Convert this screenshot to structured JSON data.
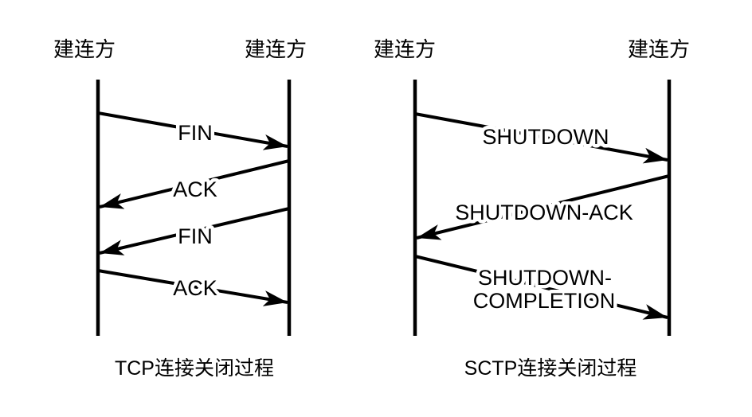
{
  "canvas": {
    "background": "#ffffff",
    "stroke_color": "#000000",
    "text_color": "#000000"
  },
  "diagrams": {
    "tcp": {
      "actors": {
        "left": "建连方",
        "right": "建连方"
      },
      "messages": [
        {
          "label": "FIN",
          "direction": "left-to-right"
        },
        {
          "label": "ACK",
          "direction": "right-to-left"
        },
        {
          "label": "FIN",
          "direction": "right-to-left"
        },
        {
          "label": "ACK",
          "direction": "left-to-right"
        }
      ],
      "caption": "TCP连接关闭过程"
    },
    "sctp": {
      "actors": {
        "left": "建连方",
        "right": "建连方"
      },
      "messages": [
        {
          "label": "SHUTDOWN",
          "direction": "left-to-right"
        },
        {
          "label": "SHUTDOWN-ACK",
          "direction": "right-to-left"
        },
        {
          "label": "SHUTDOWN-COMPLETION",
          "label_lines": [
            "SHUTDOWN-",
            "COMPLETION"
          ],
          "direction": "left-to-right"
        }
      ],
      "caption": "SCTP连接关闭过程"
    }
  }
}
